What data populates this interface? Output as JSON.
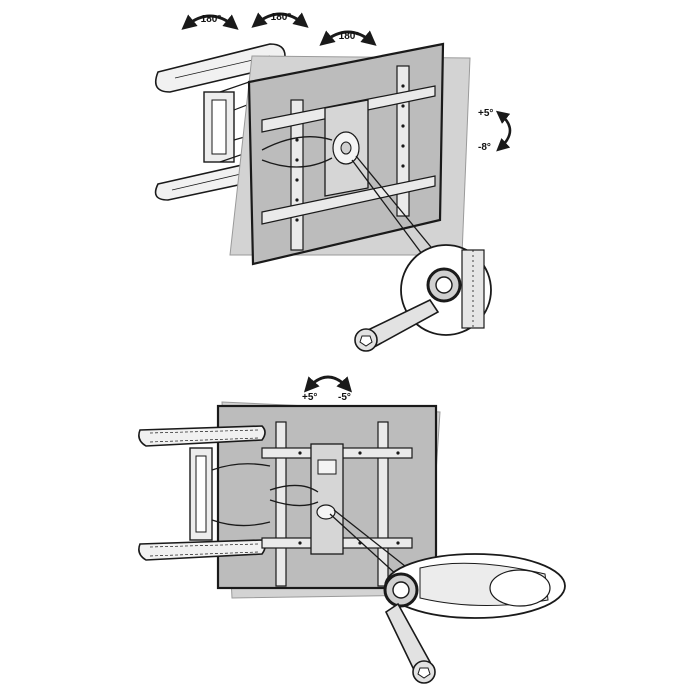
{
  "diagram": {
    "top": {
      "rotation_labels": [
        "180°",
        "180°",
        "180°"
      ],
      "tilt_labels": {
        "up": "+5°",
        "down": "-8°"
      }
    },
    "bottom": {
      "swivel_labels": {
        "left": "+5°",
        "right": "-5°"
      }
    }
  },
  "colors": {
    "line": "#1a1a1a",
    "panel_fill": "#b9b9b9",
    "panel_ghost": "#d2d2d2",
    "metal": "#e9e9e9",
    "background": "#ffffff"
  },
  "icons": [
    "rotate-arrow-icon",
    "tilt-arrow-icon",
    "swivel-arrow-icon",
    "wrench-icon"
  ]
}
